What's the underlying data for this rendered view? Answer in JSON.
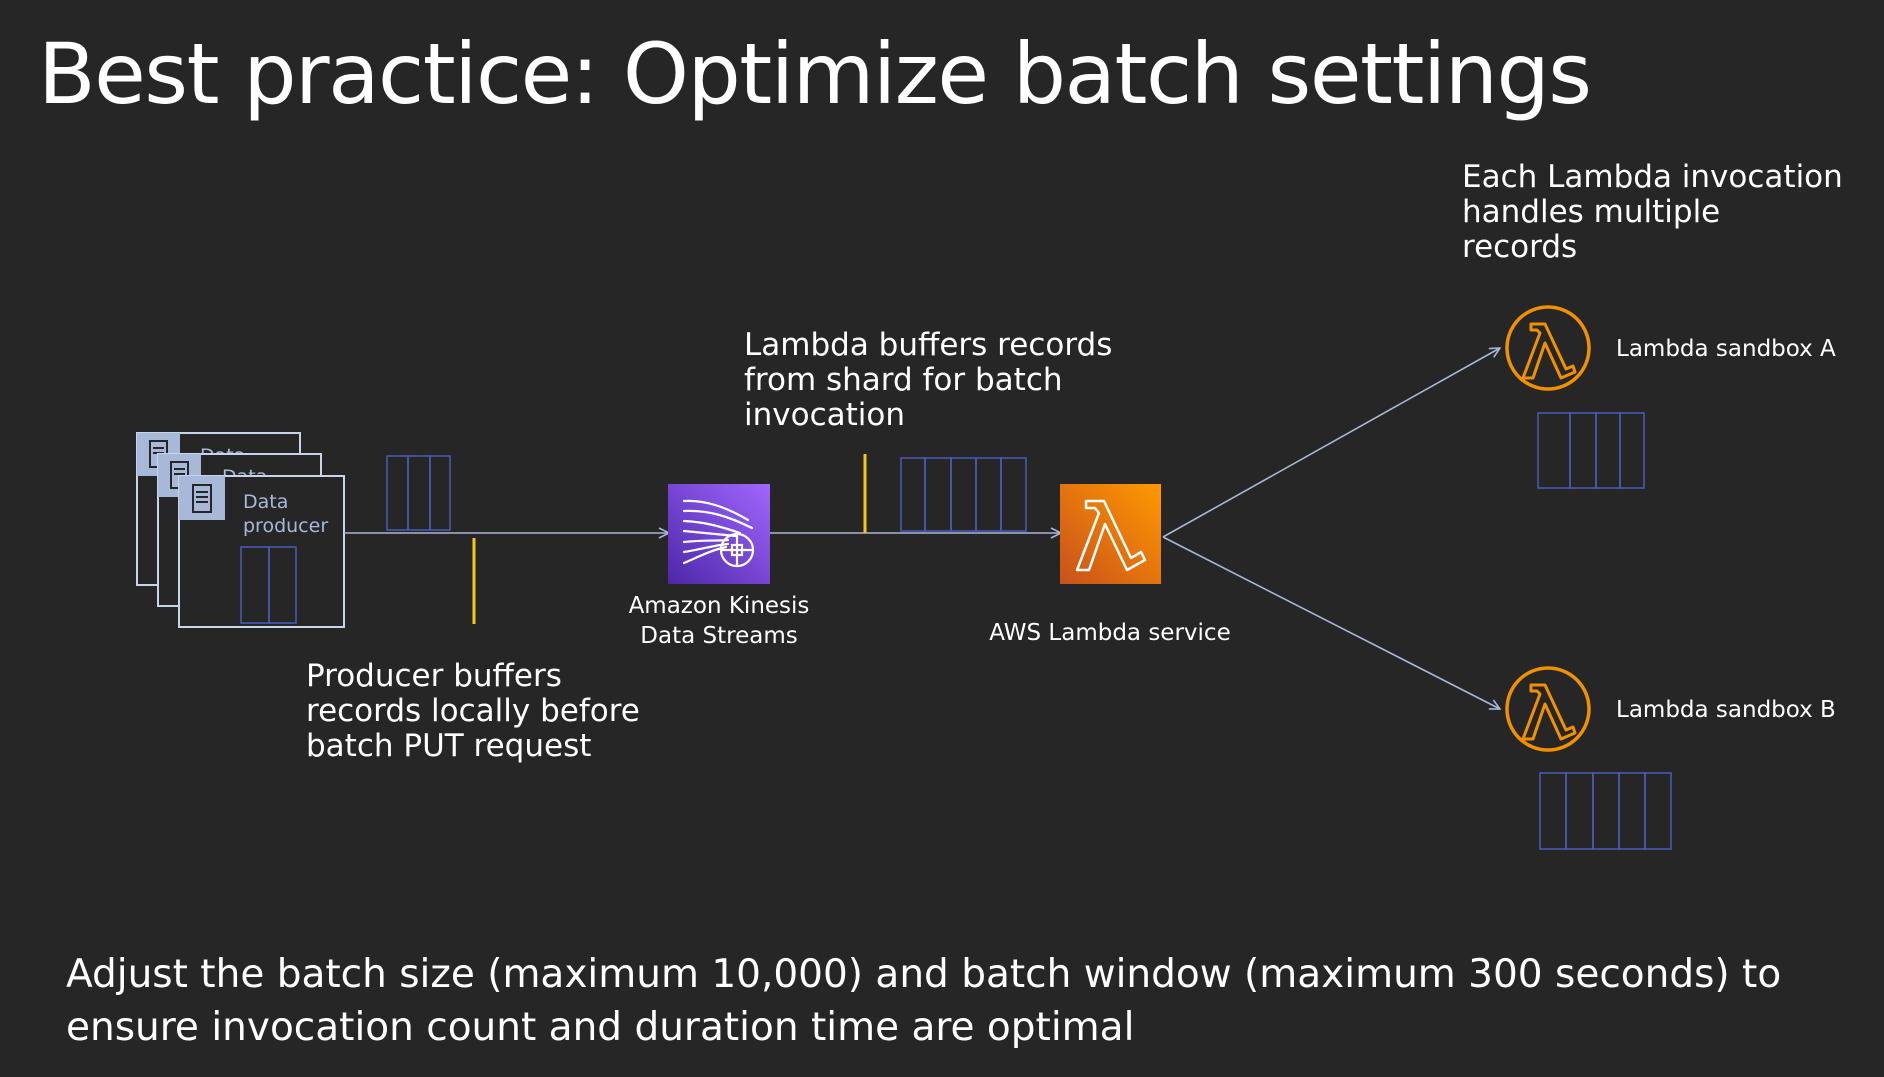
{
  "slide": {
    "title": "Best practice: Optimize batch settings",
    "captions": {
      "producer_buffer": [
        "Producer buffers",
        "records locally before",
        "batch PUT request"
      ],
      "lambda_buffer": [
        "Lambda buffers records",
        "from shard for batch",
        "invocation"
      ],
      "invocation": [
        "Each Lambda invocation",
        "handles multiple",
        "records"
      ]
    },
    "nodes": {
      "producer_label": [
        "Data",
        "producer"
      ],
      "producer_label_hidden": "Data",
      "kinesis_label": [
        "Amazon Kinesis",
        "Data Streams"
      ],
      "lambda_service_label": "AWS Lambda service",
      "sandbox_a_label": "Lambda sandbox A",
      "sandbox_b_label": "Lambda sandbox B"
    },
    "footer": [
      "Adjust the batch size (maximum 10,000) and batch window (maximum 300 seconds) to",
      "ensure invocation count and duration time are optimal"
    ],
    "colors": {
      "background": "#262627",
      "line": "#a8b7d6",
      "record_outline": "#4a5cb8",
      "marker": "#f5c518",
      "kinesis": "#7b3fe4",
      "lambda_orange": "#ed7100",
      "sandbox_ring": "#f29100"
    },
    "icons": {
      "producer": "server-icon",
      "kinesis": "kinesis-data-streams-icon",
      "lambda": "lambda-icon"
    }
  }
}
